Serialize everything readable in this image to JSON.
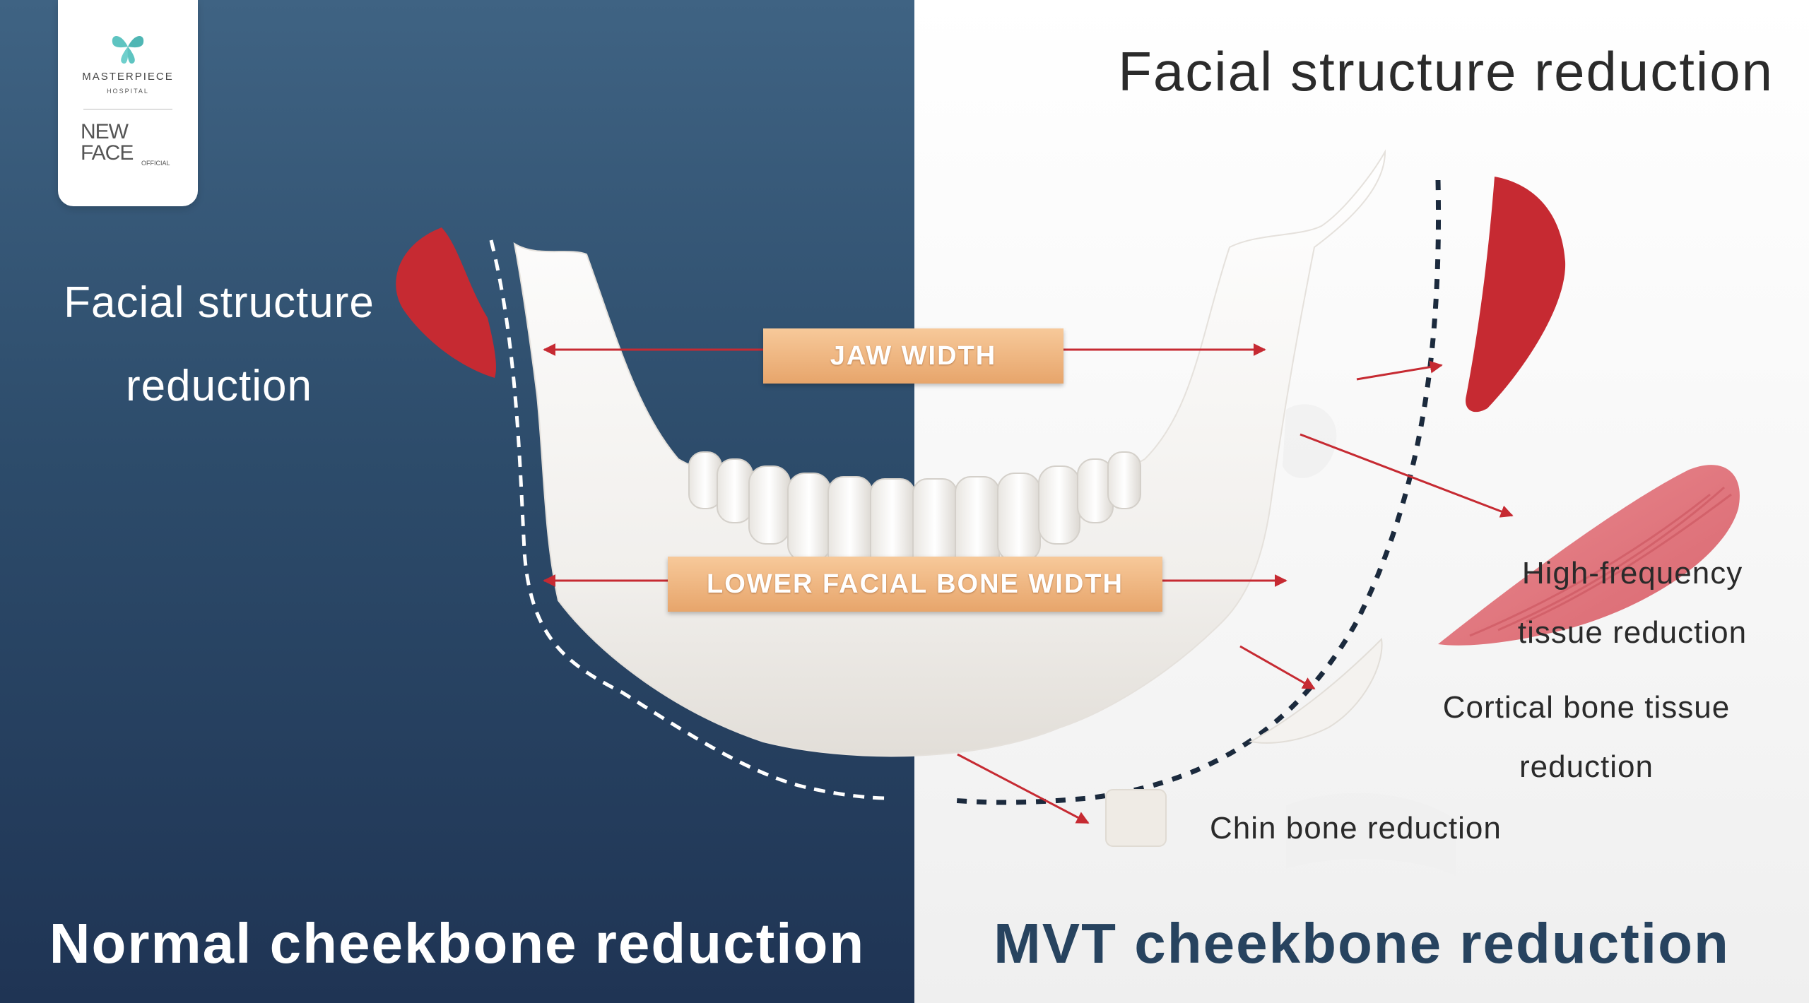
{
  "logo": {
    "hospital_name": "MASTERPIECE",
    "hospital_sub": "HOSPITAL",
    "brand_line1": "NEW",
    "brand_line2": "FACE",
    "brand_tag": "OFFICIAL"
  },
  "headings": {
    "right_top": "Facial structure reduction",
    "left_label_line1": "Facial structure",
    "left_label_line2": "reduction",
    "left_bottom": "Normal cheekbone reduction",
    "right_bottom": "MVT cheekbone reduction"
  },
  "measurements": {
    "jaw_width": "JAW WIDTH",
    "lower_facial_bone_width": "LOWER FACIAL BONE WIDTH"
  },
  "callouts": {
    "high_frequency_line1": "High-frequency",
    "high_frequency_line2": "tissue reduction",
    "cortical_line1": "Cortical bone tissue",
    "cortical_line2": "reduction",
    "chin": "Chin bone reduction"
  },
  "colors": {
    "left_panel": "#2d4c6b",
    "right_panel": "#f6f6f6",
    "accent_red": "#c62a32",
    "muscle_pink": "#e07e86",
    "tag_orange": "#eeb27c",
    "title_navy": "#27435f"
  }
}
